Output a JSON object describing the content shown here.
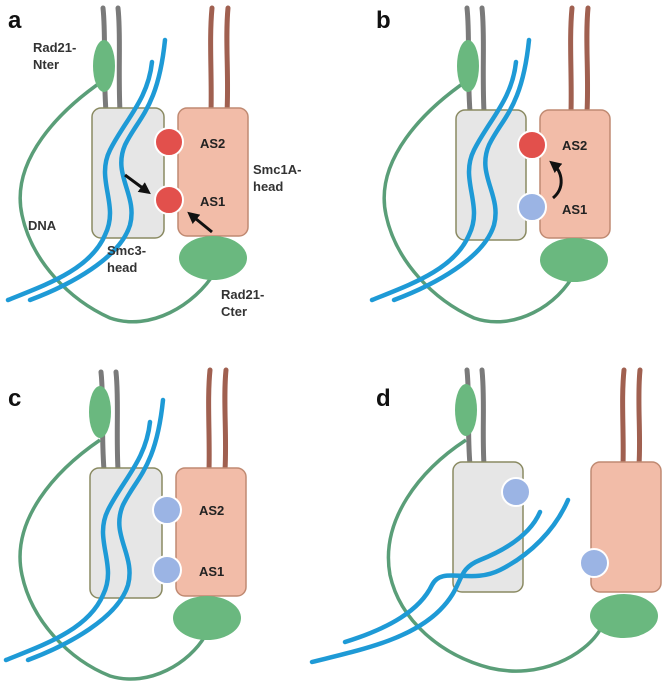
{
  "colors": {
    "smc3_head_fill": "#e6e6e6",
    "smc3_head_stroke": "#8a8a62",
    "smc1a_head_fill": "#f2bca8",
    "smc1a_head_stroke": "#c08a72",
    "smc3_coil": "#7a7a7a",
    "smc1a_coil": "#a06050",
    "rad21": "#5a9e78",
    "rad21_blob": "#6ab87f",
    "dna": "#1e9ad6",
    "site_active": "#e2504c",
    "site_inactive": "#9bb4e4",
    "arrow": "#111111"
  },
  "panels": [
    {
      "letter": "a",
      "state": "both-sites-red-arrows-pointing-in",
      "labels": {
        "rad21_nter": [
          "Rad21-",
          "Nter"
        ],
        "smc1a_head": [
          "Smc1A-",
          "head"
        ],
        "dna": "DNA",
        "smc3_head": [
          "Smc3-",
          "head"
        ],
        "rad21_cter": [
          "Rad21-",
          "Cter"
        ],
        "as2": "AS2",
        "as1": "AS1"
      }
    },
    {
      "letter": "b",
      "state": "as2-red-as1-blue-curved-arrow",
      "labels": {
        "as2": "AS2",
        "as1": "AS1"
      }
    },
    {
      "letter": "c",
      "state": "both-sites-blue",
      "labels": {
        "as2": "AS2",
        "as1": "AS1"
      }
    },
    {
      "letter": "d",
      "state": "heads-disengaged-dna-exits",
      "labels": {}
    }
  ]
}
